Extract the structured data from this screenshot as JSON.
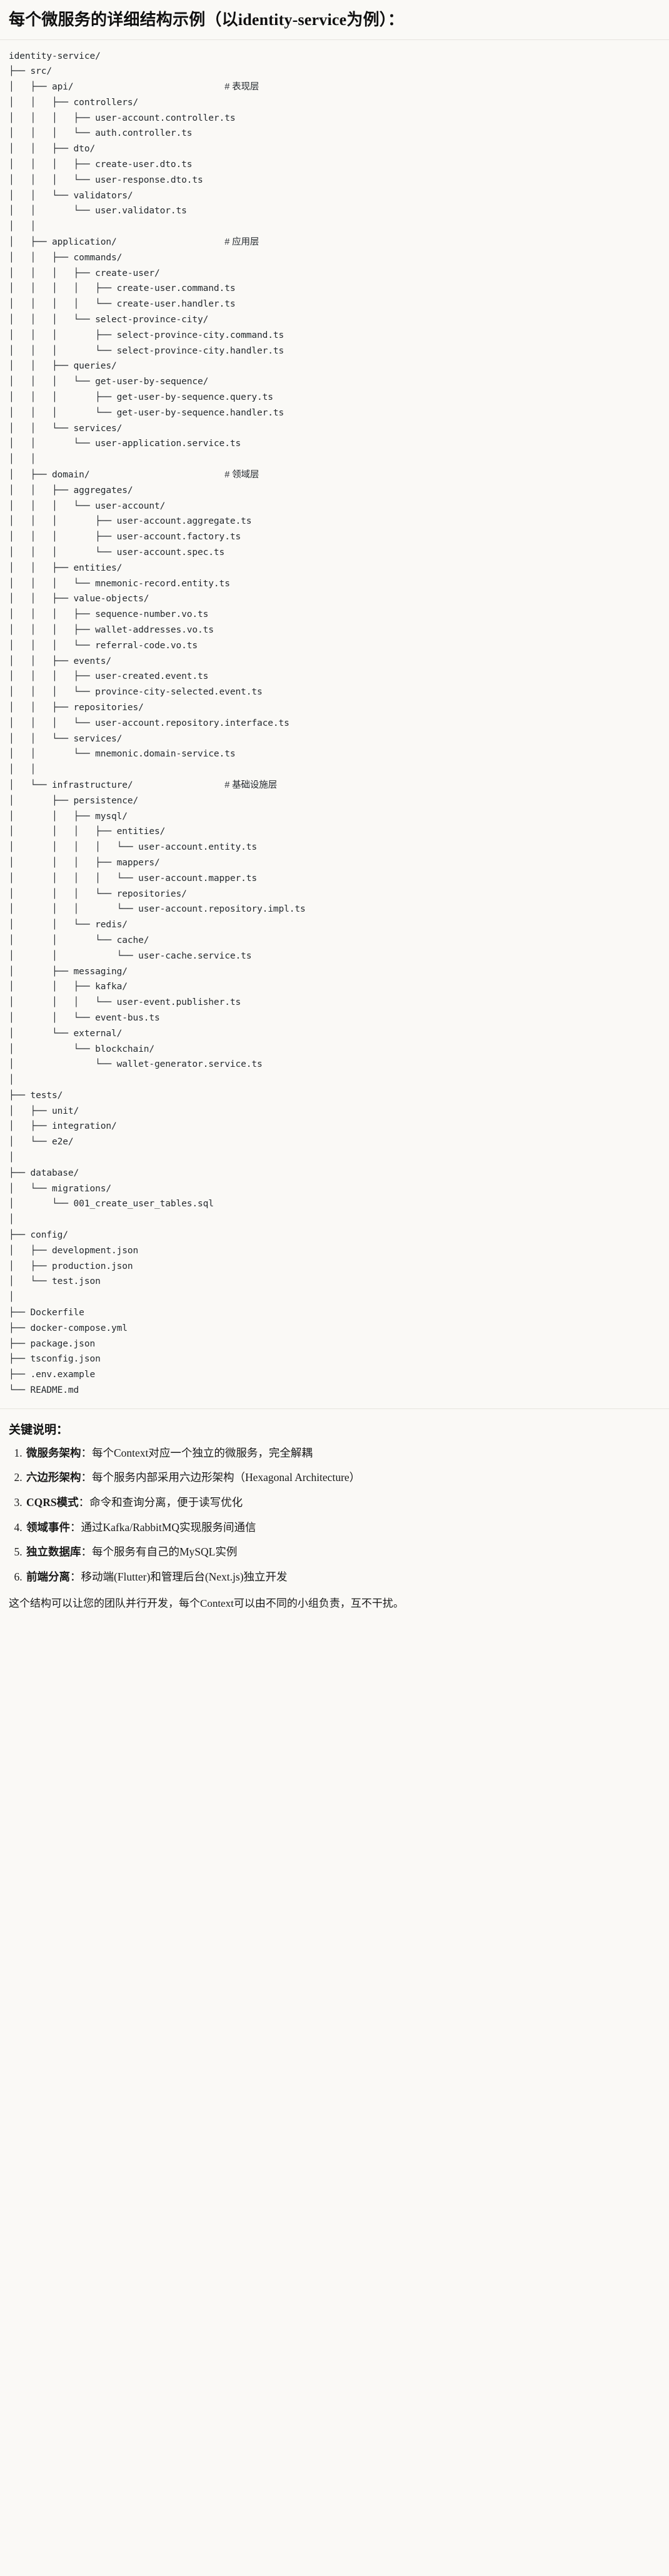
{
  "header": {
    "title": "每个微服务的详细结构示例（以identity-service为例）："
  },
  "tree": {
    "root_label": "identity-service/",
    "lines": [
      {
        "text": "identity-service/",
        "comment": ""
      },
      {
        "text": "├── src/",
        "comment": ""
      },
      {
        "text": "│   ├── api/",
        "comment": "# 表现层"
      },
      {
        "text": "│   │   ├── controllers/",
        "comment": ""
      },
      {
        "text": "│   │   │   ├── user-account.controller.ts",
        "comment": ""
      },
      {
        "text": "│   │   │   └── auth.controller.ts",
        "comment": ""
      },
      {
        "text": "│   │   ├── dto/",
        "comment": ""
      },
      {
        "text": "│   │   │   ├── create-user.dto.ts",
        "comment": ""
      },
      {
        "text": "│   │   │   └── user-response.dto.ts",
        "comment": ""
      },
      {
        "text": "│   │   └── validators/",
        "comment": ""
      },
      {
        "text": "│   │       └── user.validator.ts",
        "comment": ""
      },
      {
        "text": "│   │",
        "comment": ""
      },
      {
        "text": "│   ├── application/",
        "comment": "# 应用层"
      },
      {
        "text": "│   │   ├── commands/",
        "comment": ""
      },
      {
        "text": "│   │   │   ├── create-user/",
        "comment": ""
      },
      {
        "text": "│   │   │   │   ├── create-user.command.ts",
        "comment": ""
      },
      {
        "text": "│   │   │   │   └── create-user.handler.ts",
        "comment": ""
      },
      {
        "text": "│   │   │   └── select-province-city/",
        "comment": ""
      },
      {
        "text": "│   │   │       ├── select-province-city.command.ts",
        "comment": ""
      },
      {
        "text": "│   │   │       └── select-province-city.handler.ts",
        "comment": ""
      },
      {
        "text": "│   │   ├── queries/",
        "comment": ""
      },
      {
        "text": "│   │   │   └── get-user-by-sequence/",
        "comment": ""
      },
      {
        "text": "│   │   │       ├── get-user-by-sequence.query.ts",
        "comment": ""
      },
      {
        "text": "│   │   │       └── get-user-by-sequence.handler.ts",
        "comment": ""
      },
      {
        "text": "│   │   └── services/",
        "comment": ""
      },
      {
        "text": "│   │       └── user-application.service.ts",
        "comment": ""
      },
      {
        "text": "│   │",
        "comment": ""
      },
      {
        "text": "│   ├── domain/",
        "comment": "# 领域层"
      },
      {
        "text": "│   │   ├── aggregates/",
        "comment": ""
      },
      {
        "text": "│   │   │   └── user-account/",
        "comment": ""
      },
      {
        "text": "│   │   │       ├── user-account.aggregate.ts",
        "comment": ""
      },
      {
        "text": "│   │   │       ├── user-account.factory.ts",
        "comment": ""
      },
      {
        "text": "│   │   │       └── user-account.spec.ts",
        "comment": ""
      },
      {
        "text": "│   │   ├── entities/",
        "comment": ""
      },
      {
        "text": "│   │   │   └── mnemonic-record.entity.ts",
        "comment": ""
      },
      {
        "text": "│   │   ├── value-objects/",
        "comment": ""
      },
      {
        "text": "│   │   │   ├── sequence-number.vo.ts",
        "comment": ""
      },
      {
        "text": "│   │   │   ├── wallet-addresses.vo.ts",
        "comment": ""
      },
      {
        "text": "│   │   │   └── referral-code.vo.ts",
        "comment": ""
      },
      {
        "text": "│   │   ├── events/",
        "comment": ""
      },
      {
        "text": "│   │   │   ├── user-created.event.ts",
        "comment": ""
      },
      {
        "text": "│   │   │   └── province-city-selected.event.ts",
        "comment": ""
      },
      {
        "text": "│   │   ├── repositories/",
        "comment": ""
      },
      {
        "text": "│   │   │   └── user-account.repository.interface.ts",
        "comment": ""
      },
      {
        "text": "│   │   └── services/",
        "comment": ""
      },
      {
        "text": "│   │       └── mnemonic.domain-service.ts",
        "comment": ""
      },
      {
        "text": "│   │",
        "comment": ""
      },
      {
        "text": "│   └── infrastructure/",
        "comment": "# 基础设施层"
      },
      {
        "text": "│       ├── persistence/",
        "comment": ""
      },
      {
        "text": "│       │   ├── mysql/",
        "comment": ""
      },
      {
        "text": "│       │   │   ├── entities/",
        "comment": ""
      },
      {
        "text": "│       │   │   │   └── user-account.entity.ts",
        "comment": ""
      },
      {
        "text": "│       │   │   ├── mappers/",
        "comment": ""
      },
      {
        "text": "│       │   │   │   └── user-account.mapper.ts",
        "comment": ""
      },
      {
        "text": "│       │   │   └── repositories/",
        "comment": ""
      },
      {
        "text": "│       │   │       └── user-account.repository.impl.ts",
        "comment": ""
      },
      {
        "text": "│       │   └── redis/",
        "comment": ""
      },
      {
        "text": "│       │       └── cache/",
        "comment": ""
      },
      {
        "text": "│       │           └── user-cache.service.ts",
        "comment": ""
      },
      {
        "text": "│       ├── messaging/",
        "comment": ""
      },
      {
        "text": "│       │   ├── kafka/",
        "comment": ""
      },
      {
        "text": "│       │   │   └── user-event.publisher.ts",
        "comment": ""
      },
      {
        "text": "│       │   └── event-bus.ts",
        "comment": ""
      },
      {
        "text": "│       └── external/",
        "comment": ""
      },
      {
        "text": "│           └── blockchain/",
        "comment": ""
      },
      {
        "text": "│               └── wallet-generator.service.ts",
        "comment": ""
      },
      {
        "text": "│",
        "comment": ""
      },
      {
        "text": "├── tests/",
        "comment": ""
      },
      {
        "text": "│   ├── unit/",
        "comment": ""
      },
      {
        "text": "│   ├── integration/",
        "comment": ""
      },
      {
        "text": "│   └── e2e/",
        "comment": ""
      },
      {
        "text": "│",
        "comment": ""
      },
      {
        "text": "├── database/",
        "comment": ""
      },
      {
        "text": "│   └── migrations/",
        "comment": ""
      },
      {
        "text": "│       └── 001_create_user_tables.sql",
        "comment": ""
      },
      {
        "text": "│",
        "comment": ""
      },
      {
        "text": "├── config/",
        "comment": ""
      },
      {
        "text": "│   ├── development.json",
        "comment": ""
      },
      {
        "text": "│   ├── production.json",
        "comment": ""
      },
      {
        "text": "│   └── test.json",
        "comment": ""
      },
      {
        "text": "│",
        "comment": ""
      },
      {
        "text": "├── Dockerfile",
        "comment": ""
      },
      {
        "text": "├── docker-compose.yml",
        "comment": ""
      },
      {
        "text": "├── package.json",
        "comment": ""
      },
      {
        "text": "├── tsconfig.json",
        "comment": ""
      },
      {
        "text": "├── .env.example",
        "comment": ""
      },
      {
        "text": "└── README.md",
        "comment": ""
      }
    ]
  },
  "notes": {
    "heading": "关键说明：",
    "items": [
      {
        "key": "微服务架构",
        "sep": "：",
        "value": "每个Context对应一个独立的微服务，完全解耦"
      },
      {
        "key": "六边形架构",
        "sep": "：",
        "value": "每个服务内部采用六边形架构（Hexagonal Architecture）"
      },
      {
        "key": "CQRS模式",
        "sep": "：",
        "value": "命令和查询分离，便于读写优化"
      },
      {
        "key": "领域事件",
        "sep": "：",
        "value": "通过Kafka/RabbitMQ实现服务间通信"
      },
      {
        "key": "独立数据库",
        "sep": "：",
        "value": "每个服务有自己的MySQL实例"
      },
      {
        "key": "前端分离",
        "sep": "：",
        "value": "移动端(Flutter)和管理后台(Next.js)独立开发"
      }
    ],
    "closing": "这个结构可以让您的团队并行开发，每个Context可以由不同的小组负责，互不干扰。"
  },
  "colors": {
    "background": "#faf9f6",
    "text": "#1a1a1a",
    "tree_text": "#24292e",
    "divider": "#e6e4de"
  }
}
